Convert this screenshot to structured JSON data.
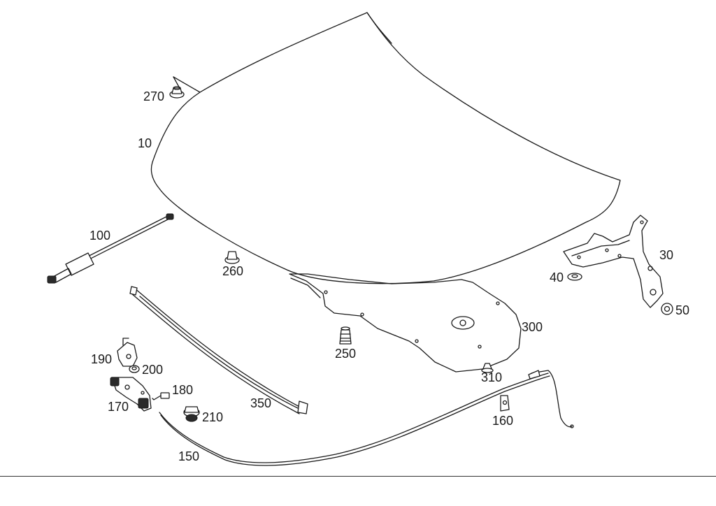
{
  "callouts": {
    "p270": "270",
    "p10": "10",
    "p100": "100",
    "p260": "260",
    "p30": "30",
    "p40": "40",
    "p50": "50",
    "p300": "300",
    "p250": "250",
    "p310": "310",
    "p190": "190",
    "p200": "200",
    "p180": "180",
    "p170": "170",
    "p350": "350",
    "p210": "210",
    "p160": "160",
    "p150": "150"
  },
  "colors": {
    "line": "#1a1a1a",
    "background": "#ffffff"
  }
}
